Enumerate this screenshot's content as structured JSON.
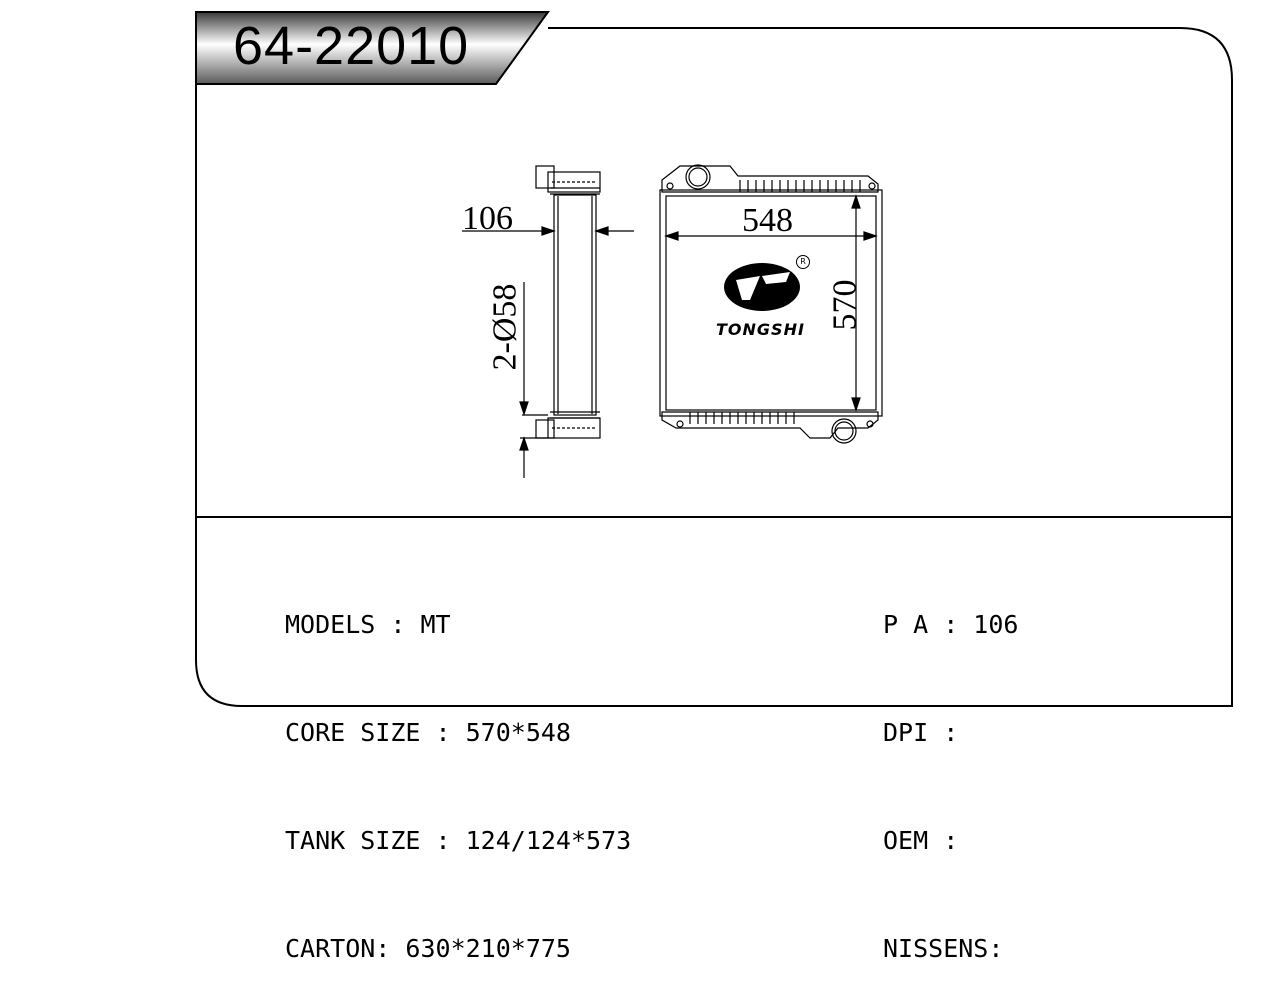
{
  "title": "64-22010",
  "dimensions": {
    "width": "106",
    "core_width": "548",
    "core_height": "570",
    "pipe": "2-Ø58"
  },
  "brand": {
    "name": "TONGSHI",
    "registered": "R"
  },
  "specs_left": [
    "MODELS : MT",
    "CORE SIZE : 570*548",
    "TANK SIZE : 124/124*573",
    "CARTON: 630*210*775"
  ],
  "specs_right": [
    "P A : 106",
    "DPI :",
    "OEM :",
    "NISSENS:"
  ]
}
